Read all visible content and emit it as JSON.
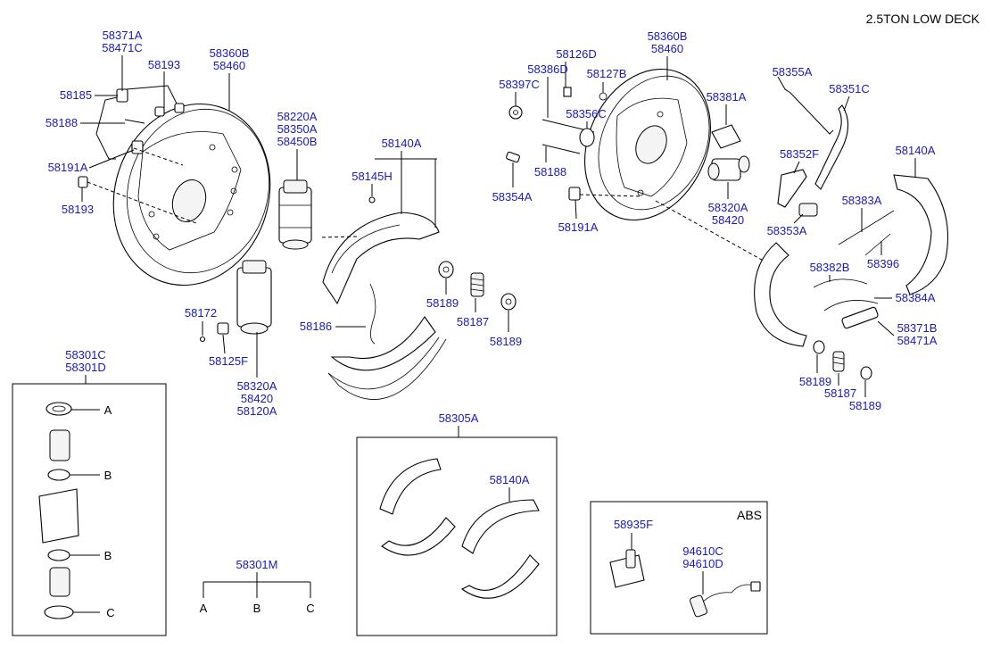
{
  "header": {
    "title": "2.5TON LOW DECK"
  },
  "labels": {
    "l58371a": "58371A",
    "l58471c": "58471C",
    "l58193a": "58193",
    "l58185": "58185",
    "l58188a": "58188",
    "l58191a_l": "58191A",
    "l58193b": "58193",
    "l58360b_l": "58360B",
    "l58460_l": "58460",
    "l58220a": "58220A",
    "l58350a": "58350A",
    "l58450b": "58450B",
    "l58140a_c": "58140A",
    "l58145h": "58145H",
    "l58172": "58172",
    "l58125f": "58125F",
    "l58320a_l": "58320A",
    "l58420_l": "58420",
    "l58120a": "58120A",
    "l58186": "58186",
    "l58189a": "58189",
    "l58187a": "58187",
    "l58189b": "58189",
    "l58126d": "58126D",
    "l58386d": "58386D",
    "l58397c": "58397C",
    "l58127b": "58127B",
    "l58356c": "58356C",
    "l58188b": "58188",
    "l58354a": "58354A",
    "l58191a_r": "58191A",
    "l58360b_r": "58360B",
    "l58460_r": "58460",
    "l58381a": "58381A",
    "l58320a_r": "58320A",
    "l58420_r": "58420",
    "l58355a": "58355A",
    "l58351c": "58351C",
    "l58352f": "58352F",
    "l58140a_r": "58140A",
    "l58383a": "58383A",
    "l58353a": "58353A",
    "l58382b": "58382B",
    "l58396": "58396",
    "l58384a": "58384A",
    "l58371b": "58371B",
    "l58471a": "58471A",
    "l58189c": "58189",
    "l58187b": "58187",
    "l58189d": "58189",
    "l58301c": "58301C",
    "l58301d": "58301D",
    "l58301m": "58301M",
    "l58305a": "58305A",
    "l58140a_box": "58140A",
    "l58935f": "58935F",
    "l94610c": "94610C",
    "l94610d": "94610D"
  },
  "kit_letters": {
    "a1": "A",
    "b1": "B",
    "b2": "B",
    "c1": "C",
    "a2": "A",
    "b3": "B",
    "c2": "C"
  },
  "abs_box": {
    "title": "ABS"
  }
}
